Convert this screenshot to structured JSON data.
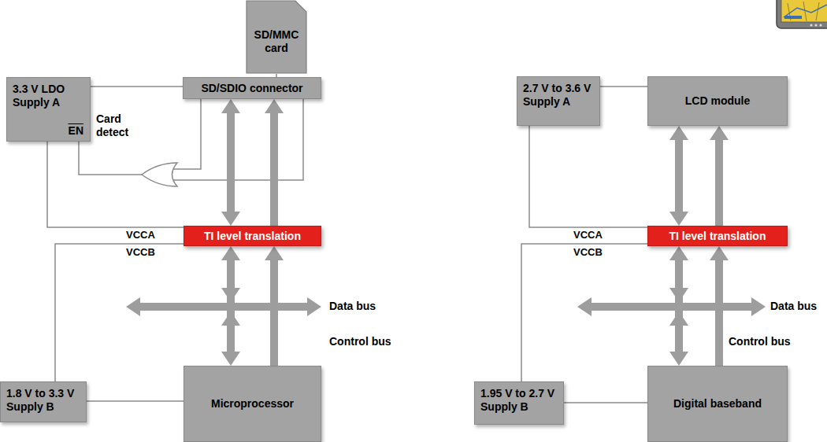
{
  "diagram": {
    "nodes": [
      {
        "text": [
          "SD/MMC card"
        ]
      },
      {
        "text": [
          "3.3 V LDO Supply A",
          "EN"
        ]
      },
      {
        "text": [
          "SD/SDIO connector"
        ]
      },
      {
        "text": [
          "TI level translation"
        ]
      },
      {
        "text": [
          "1.8 V to 3.3 V Supply B"
        ]
      },
      {
        "text": [
          "Microprocessor"
        ]
      },
      {
        "text": [
          "2.7 V to 3.6 V Supply A"
        ]
      },
      {
        "text": [
          "LCD module"
        ]
      },
      {
        "text": [
          "TI level translation"
        ]
      },
      {
        "text": [
          "1.95 V to 2.7 V Supply B"
        ]
      },
      {
        "text": [
          "Digital baseband"
        ]
      }
    ],
    "edges": [
      {
        "from": 0,
        "to": 2,
        "arrow": "none"
      },
      {
        "from": 1,
        "to": 2,
        "arrow": "none"
      },
      {
        "from": 1,
        "to": 3,
        "arrow": "none"
      },
      {
        "from": 2,
        "to": 3,
        "arrow": "both"
      },
      {
        "from": 3,
        "to": 2,
        "arrow": "to"
      },
      {
        "from": 3,
        "to": 5,
        "arrow": "both"
      },
      {
        "from": 5,
        "to": 3,
        "arrow": "to"
      },
      {
        "from": 4,
        "to": 3,
        "arrow": "none"
      },
      {
        "from": 4,
        "to": 5,
        "arrow": "none"
      },
      {
        "from": 6,
        "to": 7,
        "arrow": "none"
      },
      {
        "from": 6,
        "to": 8,
        "arrow": "none"
      },
      {
        "from": 7,
        "to": 8,
        "arrow": "both"
      },
      {
        "from": 8,
        "to": 7,
        "arrow": "to"
      },
      {
        "from": 8,
        "to": 10,
        "arrow": "both"
      },
      {
        "from": 10,
        "to": 8,
        "arrow": "to"
      },
      {
        "from": 9,
        "to": 8,
        "arrow": "none"
      },
      {
        "from": 9,
        "to": 10,
        "arrow": "none"
      }
    ],
    "labels": [
      "Card detect",
      "VCCA",
      "VCCB",
      "Data bus",
      "Control bus",
      "VCCA",
      "VCCB",
      "Data bus",
      "Control bus"
    ]
  }
}
